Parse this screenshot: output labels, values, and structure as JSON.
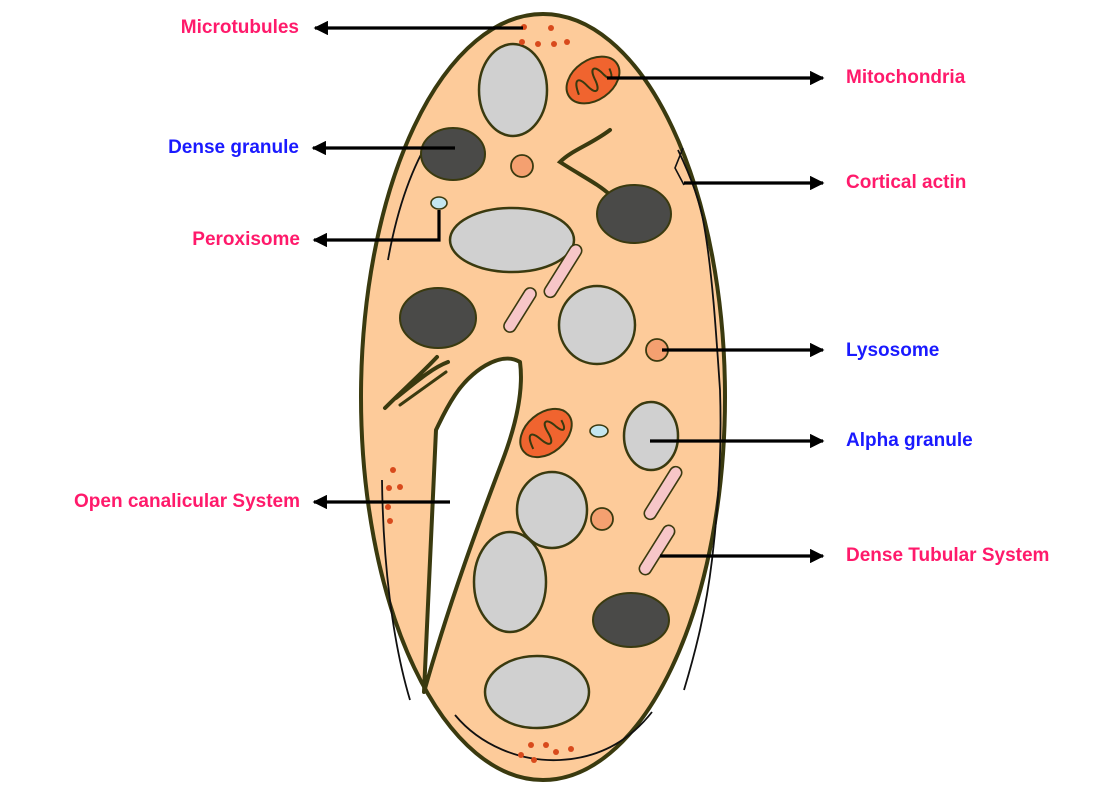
{
  "colors": {
    "label_pink": "#ff1a6b",
    "label_blue": "#1a1aff",
    "cell_fill": "#fdcb9a",
    "cell_outline": "#3a3a0f",
    "alpha_granule": "#d0d0d0",
    "dense_granule": "#4a4a48",
    "lysosome": "#f4a070",
    "mitochondria": "#f0642f",
    "dense_tubular": "#f7c6c8",
    "peroxisome": "#c4e6ef",
    "microtubule_dots": "#d84a1c",
    "arrow": "#000000"
  },
  "labels": {
    "microtubules": "Microtubules",
    "dense_granule": "Dense granule",
    "peroxisome": "Peroxisome",
    "open_canalicular_system": "Open canalicular System",
    "mitochondria": "Mitochondria",
    "cortical_actin": "Cortical actin",
    "lysosome": "Lysosome",
    "alpha_granule": "Alpha granule",
    "dense_tubular_system": "Dense Tubular System"
  }
}
